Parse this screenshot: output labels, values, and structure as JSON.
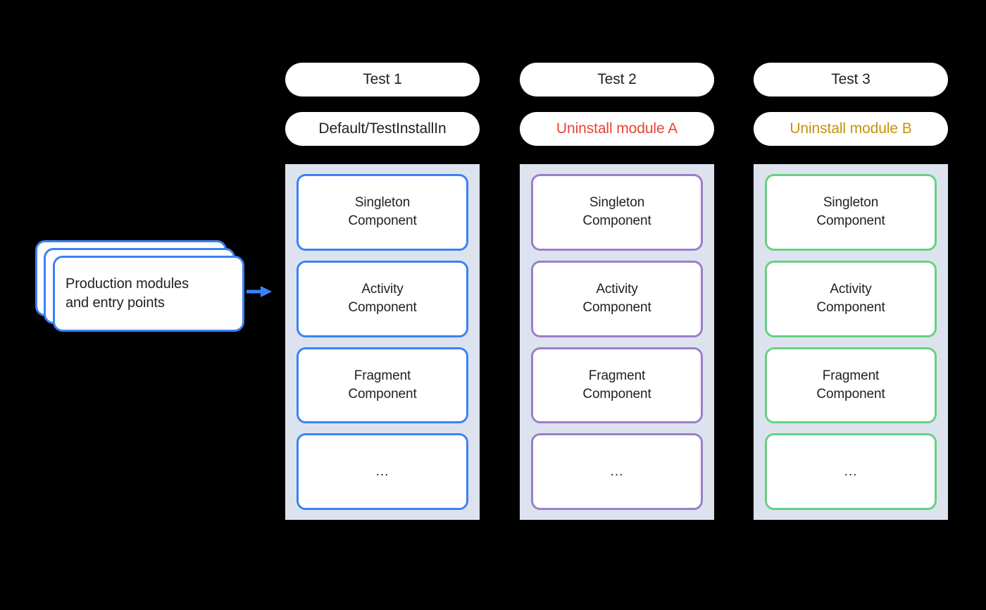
{
  "diagram": {
    "background_color": "#000000",
    "source": {
      "label": "Production modules\nand entry points",
      "line1": "Production modules",
      "line2": "and entry points",
      "border_color": "#3b82f6",
      "stack_count": 3
    },
    "arrow": {
      "name": "flow-arrow",
      "color": "#3b82f6",
      "direction": "right"
    },
    "component_rows": [
      "Singleton\nComponent",
      "Activity\nComponent",
      "Fragment\nComponent",
      "..."
    ],
    "columns": [
      {
        "id": "test-1",
        "title": "Test 1",
        "action": "Default/TestInstallIn",
        "action_color": "#202124",
        "accent_color": "#3b82f6",
        "panel_color": "#dde3ee",
        "components": [
          {
            "line1": "Singleton",
            "line2": "Component"
          },
          {
            "line1": "Activity",
            "line2": "Component"
          },
          {
            "line1": "Fragment",
            "line2": "Component"
          },
          {
            "line1": "...",
            "line2": ""
          }
        ]
      },
      {
        "id": "test-2",
        "title": "Test 2",
        "action": "Uninstall module A",
        "action_color": "#ea4335",
        "accent_color": "#9b7fc9",
        "panel_color": "#dde3ee",
        "components": [
          {
            "line1": "Singleton",
            "line2": "Component"
          },
          {
            "line1": "Activity",
            "line2": "Component"
          },
          {
            "line1": "Fragment",
            "line2": "Component"
          },
          {
            "line1": "...",
            "line2": ""
          }
        ]
      },
      {
        "id": "test-3",
        "title": "Test 3",
        "action": "Uninstall module B",
        "action_color": "#c8920a",
        "accent_color": "#66d183",
        "panel_color": "#dde3ee",
        "components": [
          {
            "line1": "Singleton",
            "line2": "Component"
          },
          {
            "line1": "Activity",
            "line2": "Component"
          },
          {
            "line1": "Fragment",
            "line2": "Component"
          },
          {
            "line1": "...",
            "line2": ""
          }
        ]
      }
    ]
  }
}
